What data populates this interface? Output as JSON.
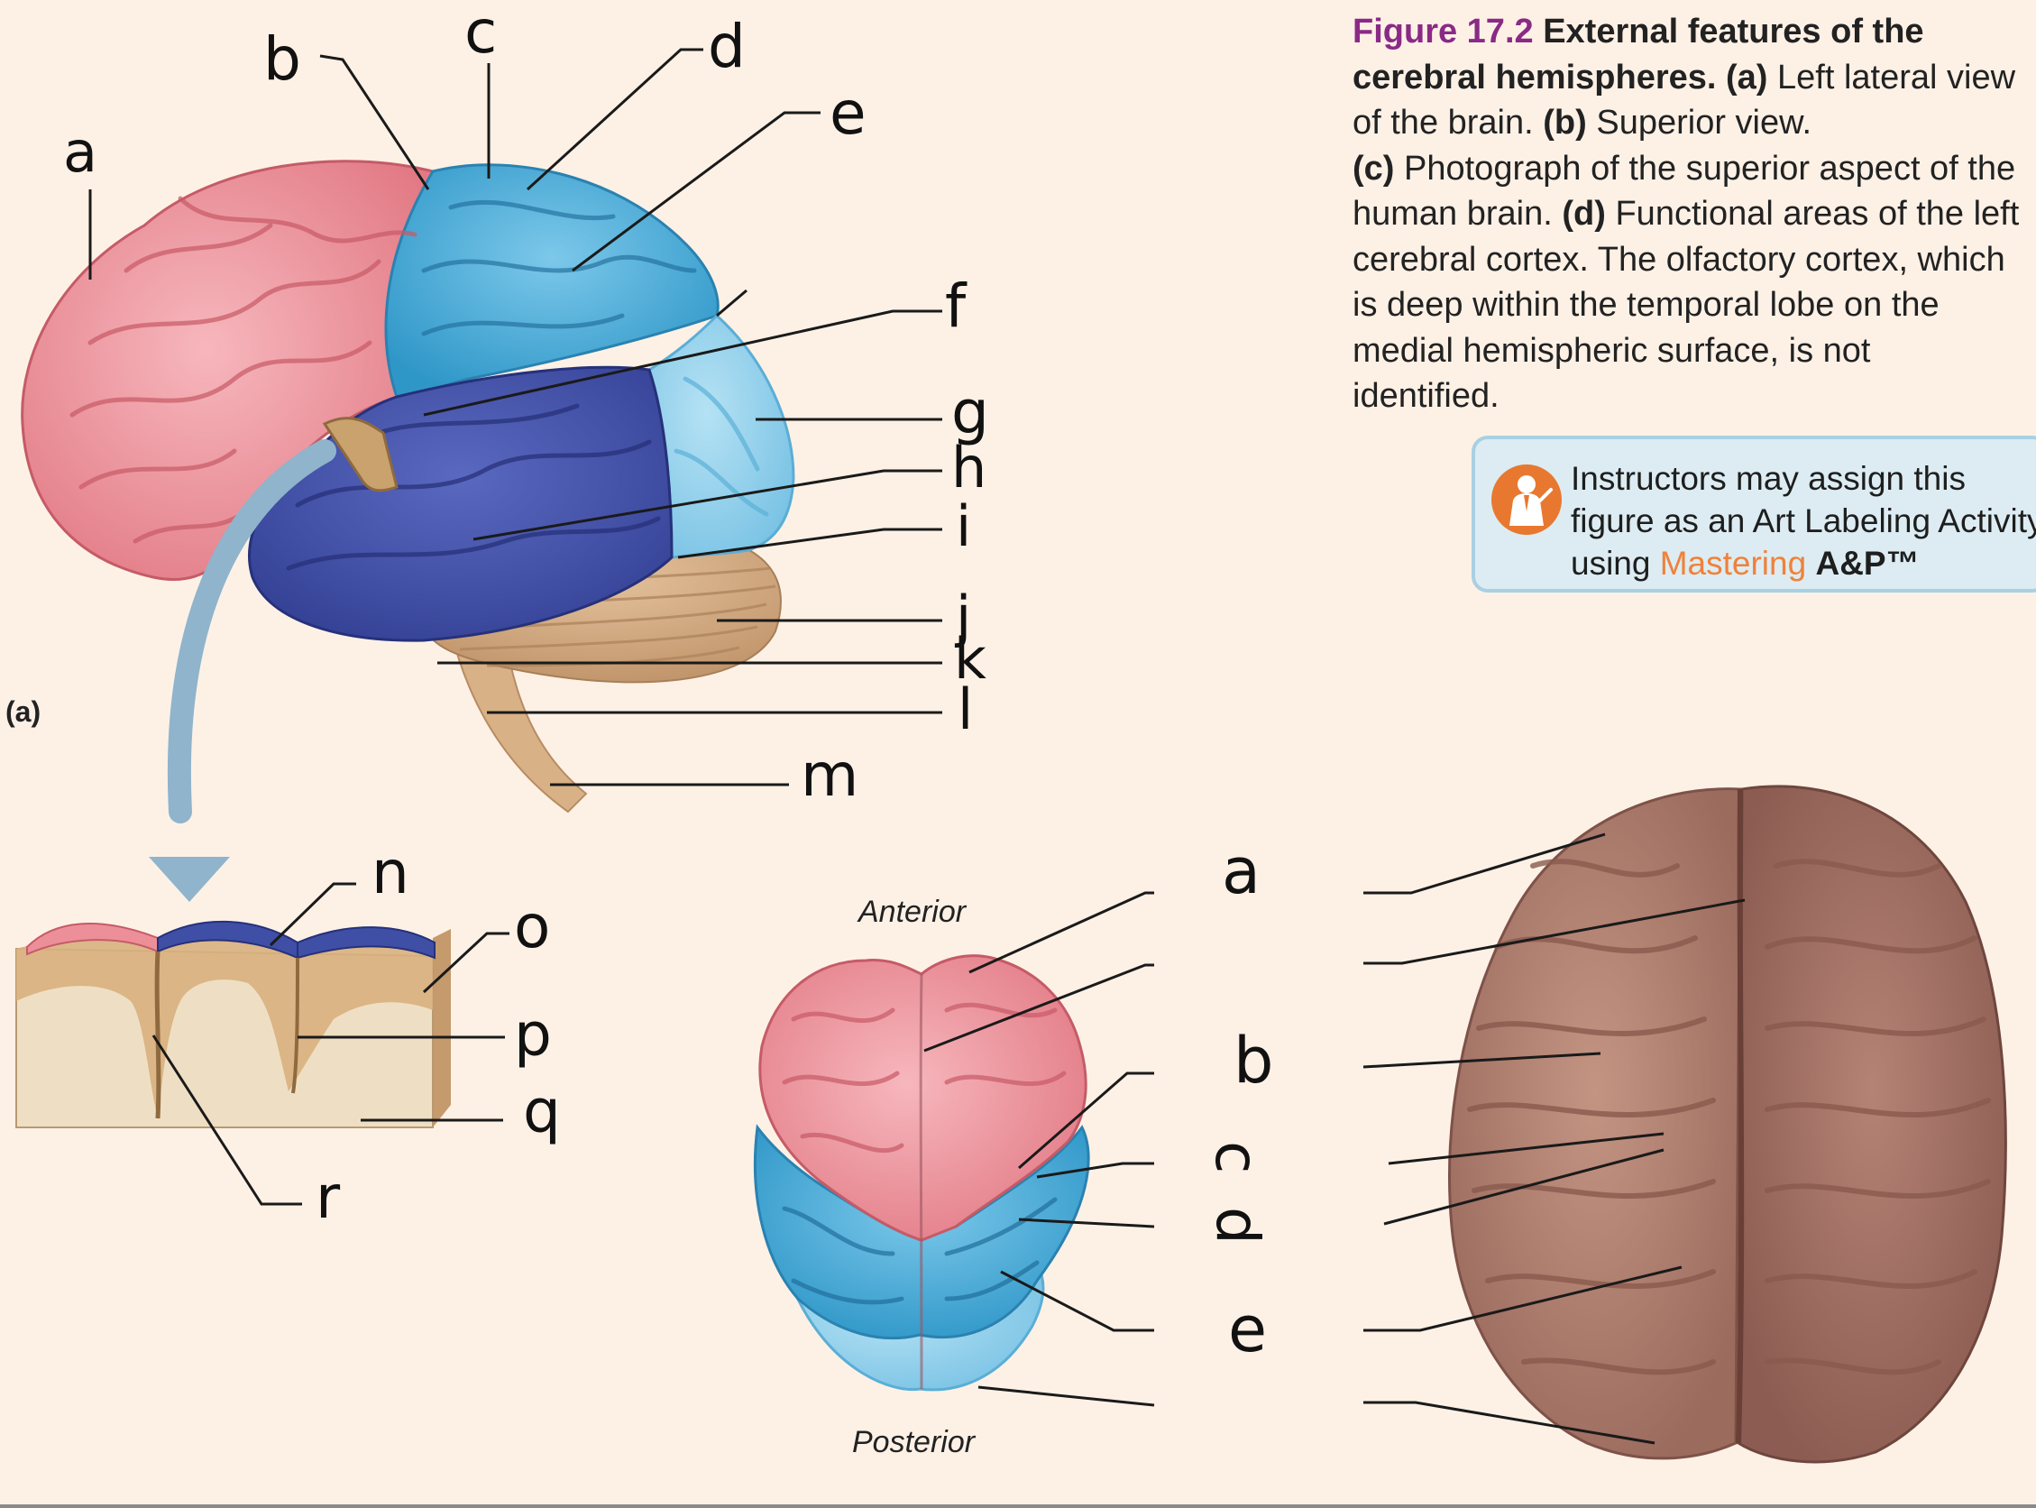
{
  "caption": {
    "number": "Figure 17.2",
    "title": "External features of the cerebral hemispheres.",
    "a_tag": "(a)",
    "a_text": "Left lateral view of the brain.",
    "b_tag": "(b)",
    "b_text": "Superior view.",
    "c_tag": "(c)",
    "c_text": "Photograph of the superior aspect of the human brain.",
    "d_tag": "(d)",
    "d_text": "Functional areas of the left cerebral cortex. The olfactory cortex, which is deep within the temporal lobe on the medial hemispheric surface, is not identified."
  },
  "callout": {
    "text": "Instructors may assign this figure as an Art Labeling Activity using",
    "brand": "Mastering",
    "product": "A&P™",
    "icon": "instructor-icon"
  },
  "panel_labels": {
    "a": "(a)"
  },
  "orientation": {
    "anterior": "Anterior",
    "posterior": "Posterior"
  },
  "lateral_labels": [
    "a",
    "b",
    "c",
    "d",
    "e",
    "f",
    "g",
    "h",
    "i",
    "j",
    "k",
    "l",
    "m"
  ],
  "section_labels": [
    "n",
    "o",
    "p",
    "q",
    "r"
  ],
  "superior_labels": [
    "a",
    "b",
    "c",
    "d",
    "e"
  ],
  "colors": {
    "frontal": "#ee8f98",
    "parietal": "#4aaedb",
    "temporal": "#3f4fa6",
    "occipital": "#8fd0ec",
    "cerebellum": "#d2a97f",
    "brainstem": "#d9b187",
    "photo_brain": "#b38273",
    "arrow": "#8fb4cc",
    "background": "#fdf1e6"
  }
}
